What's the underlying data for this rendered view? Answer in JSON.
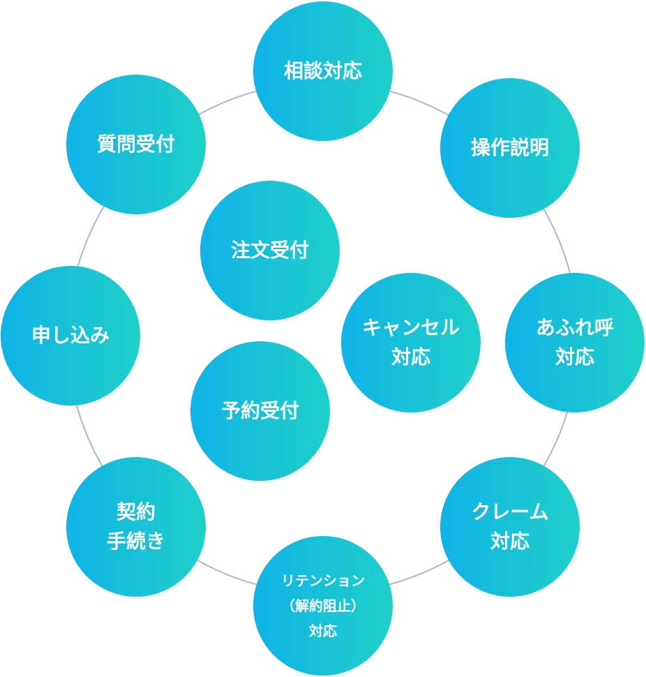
{
  "nodes": {
    "soudan": {
      "lines": [
        "相談対応"
      ]
    },
    "sousa": {
      "lines": [
        "操作説明"
      ]
    },
    "afure": {
      "lines": [
        "あふれ呼",
        "対応"
      ]
    },
    "claim": {
      "lines": [
        "クレーム",
        "対応"
      ]
    },
    "retention": {
      "lines": [
        "リテンション",
        "（解約阻止）",
        "対応"
      ]
    },
    "keiyaku": {
      "lines": [
        "契約",
        "手続き"
      ]
    },
    "moushi": {
      "lines": [
        "申し込み"
      ]
    },
    "shitsumon": {
      "lines": [
        "質問受付"
      ]
    },
    "chumon": {
      "lines": [
        "注文受付"
      ]
    },
    "cancel": {
      "lines": [
        "キャンセル",
        "対応"
      ]
    },
    "yoyaku": {
      "lines": [
        "予約受付"
      ]
    }
  },
  "colors": {
    "gradient_start": "#0fb3e6",
    "gradient_end": "#1fd0c8",
    "ring": "#a9b8c2",
    "text": "#ffffff"
  }
}
